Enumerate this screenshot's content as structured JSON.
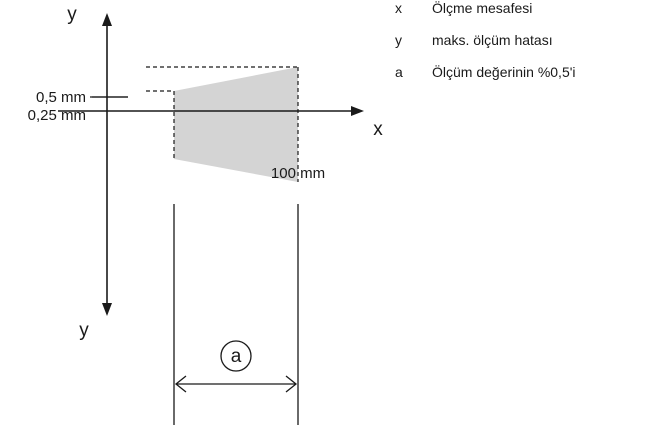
{
  "axes": {
    "x_label": "x",
    "y_top_label": "y",
    "y_bottom_label": "y"
  },
  "ticks": {
    "upper": "0,5 mm",
    "lower": "0,25 mm",
    "x_end": "100 mm"
  },
  "dimension": {
    "marker": "a"
  },
  "legend": [
    {
      "key": "x",
      "text": "Ölçme mesafesi"
    },
    {
      "key": "y",
      "text": "maks. ölçüm hatası"
    },
    {
      "key": "a",
      "text": "Ölçüm değerinin %0,5'i"
    }
  ],
  "colors": {
    "ink": "#1a1a1a",
    "error_band": "#d4d4d4"
  }
}
